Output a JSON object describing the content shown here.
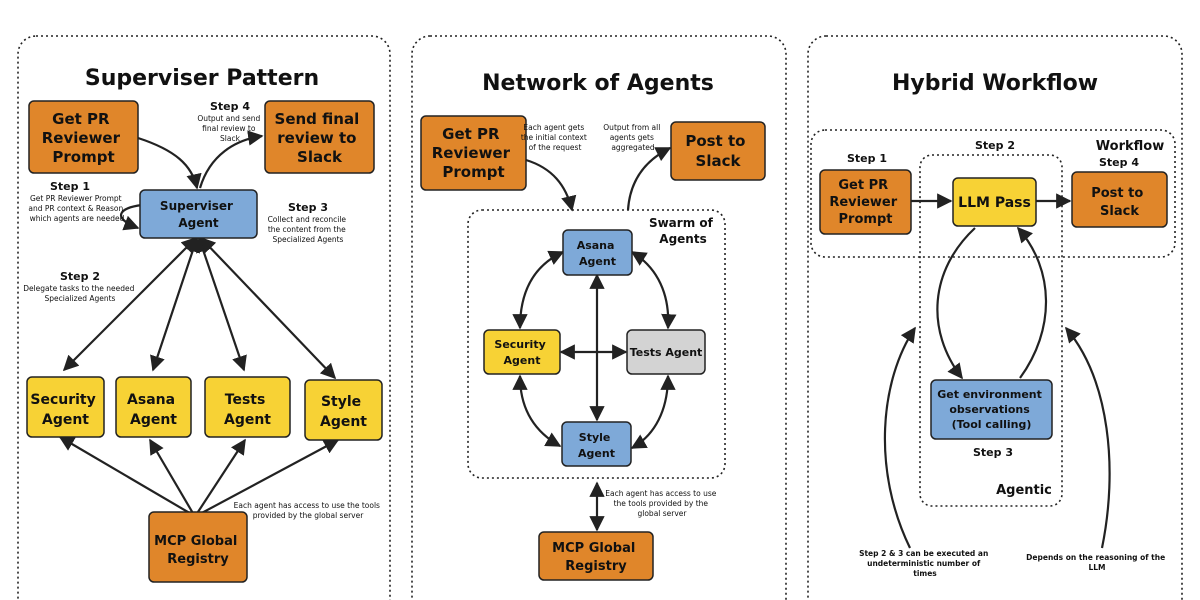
{
  "panels": {
    "superviser": {
      "title": "Superviser Pattern",
      "nodes": {
        "get_prompt": [
          "Get PR",
          "Reviewer",
          "Prompt"
        ],
        "send_final": [
          "Send final",
          "review to",
          "Slack"
        ],
        "superviser_agent": [
          "Superviser",
          "Agent"
        ],
        "security_agent": [
          "Security",
          "Agent"
        ],
        "asana_agent": [
          "Asana",
          "Agent"
        ],
        "tests_agent": [
          "Tests",
          "Agent"
        ],
        "style_agent": [
          "Style",
          "Agent"
        ],
        "mcp_registry": [
          "MCP Global",
          "Registry"
        ]
      },
      "steps": {
        "step1": {
          "label": "Step 1",
          "note": [
            "Get PR Reviewer Prompt",
            "and PR context & Reason",
            "which agents are needed"
          ]
        },
        "step2": {
          "label": "Step 2",
          "note": [
            "Delegate tasks to the needed",
            "Specialized Agents"
          ]
        },
        "step3": {
          "label": "Step 3",
          "note": [
            "Collect and reconcile",
            "the content from the",
            "Specialized Agents"
          ]
        },
        "step4": {
          "label": "Step 4",
          "note": [
            "Output and send",
            "final review to",
            "Slack"
          ]
        }
      },
      "tools_note": [
        "Each agent has access to use the tools",
        "provided by the global server"
      ]
    },
    "network": {
      "title": "Network of Agents",
      "nodes": {
        "get_prompt": [
          "Get PR",
          "Reviewer",
          "Prompt"
        ],
        "post_slack": [
          "Post to",
          "Slack"
        ],
        "asana_agent": [
          "Asana",
          "Agent"
        ],
        "security_agent": [
          "Security",
          "Agent"
        ],
        "tests_agent": [
          "Tests Agent"
        ],
        "style_agent": [
          "Style",
          "Agent"
        ],
        "mcp_registry": [
          "MCP Global",
          "Registry"
        ]
      },
      "swarm_label": [
        "Swarm of",
        "Agents"
      ],
      "context_note": [
        "Each agent gets",
        "the initial context",
        "of the request"
      ],
      "output_note": [
        "Output from all",
        "agents gets",
        "aggregated"
      ],
      "tools_note": [
        "Each agent has access to use",
        "the tools provided by the",
        "global server"
      ]
    },
    "hybrid": {
      "title": "Hybrid Workflow",
      "nodes": {
        "get_prompt": [
          "Get PR",
          "Reviewer",
          "Prompt"
        ],
        "llm_pass": [
          "LLM Pass"
        ],
        "post_slack": [
          "Post to",
          "Slack"
        ],
        "get_env": [
          "Get environment",
          "observations",
          "(Tool calling)"
        ]
      },
      "workflow_label": "Workflow",
      "agentic_label": "Agentic",
      "steps": {
        "step1": "Step 1",
        "step2": "Step 2",
        "step3": "Step 3",
        "step4": "Step 4"
      },
      "note_left": [
        "Step 2 & 3 can be executed an",
        "undeterministic number of",
        "times"
      ],
      "note_right": [
        "Depends on the reasoning of the",
        "LLM"
      ]
    }
  },
  "colors": {
    "orange": "#e0862a",
    "blue": "#7ea9d8",
    "yellow": "#f7d235",
    "gray": "#d3d3d3",
    "stroke": "#222222"
  }
}
